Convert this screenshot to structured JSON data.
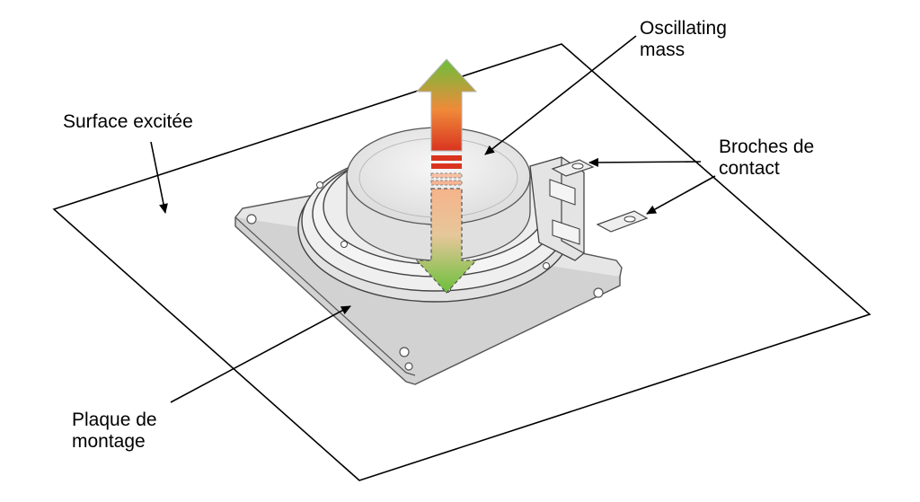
{
  "labels": {
    "oscillating_mass": [
      "Oscillating",
      "mass"
    ],
    "surface": [
      "Surface excitée"
    ],
    "broches": [
      "Broches de",
      "contact"
    ],
    "plaque": [
      "Plaque de",
      "montage"
    ]
  },
  "colors": {
    "line": "#000000",
    "arrow_green": "#6bbf3a",
    "arrow_orange": "#f08a3a",
    "arrow_red": "#d9341f",
    "device_stroke": "#444444"
  },
  "icons": {
    "up_arrow": "double-arrow-up-icon",
    "down_arrow": "double-arrow-down-icon"
  }
}
